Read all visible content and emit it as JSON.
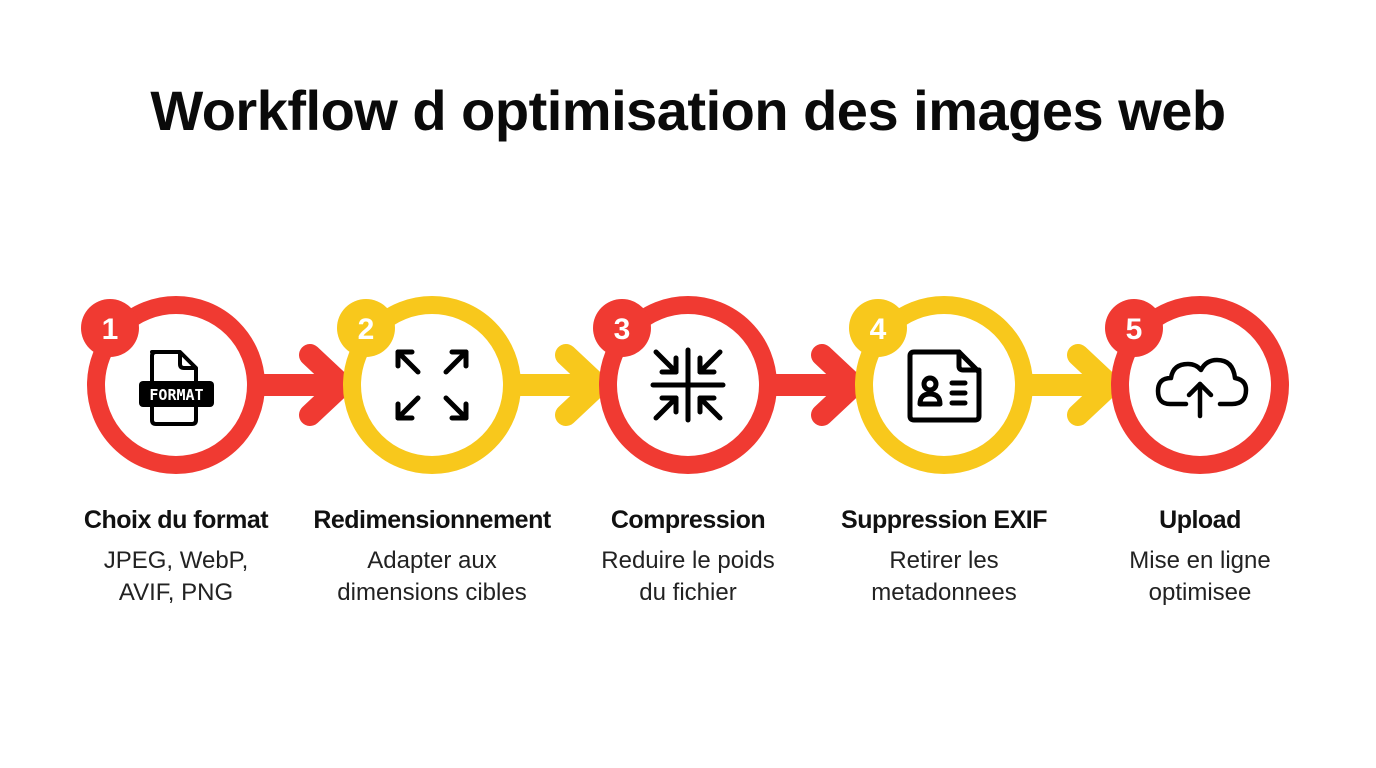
{
  "title": "Workflow d optimisation des images web",
  "colors": {
    "red": "#F03A32",
    "yellow": "#F8C81C",
    "icon": "#000000",
    "text": "#111111"
  },
  "steps": [
    {
      "number": "1",
      "title": "Choix du format",
      "description": "JPEG, WebP,\nAVIF, PNG",
      "icon": "file-format-icon",
      "icon_label": "FORMAT",
      "color": "red"
    },
    {
      "number": "2",
      "title": "Redimensionnement",
      "description": "Adapter aux\ndimensions cibles",
      "icon": "expand-arrows-icon",
      "color": "yellow"
    },
    {
      "number": "3",
      "title": "Compression",
      "description": "Reduire le poids\ndu fichier",
      "icon": "compress-arrows-icon",
      "color": "red"
    },
    {
      "number": "4",
      "title": "Suppression EXIF",
      "description": "Retirer les\nmetadonnees",
      "icon": "metadata-document-icon",
      "color": "yellow"
    },
    {
      "number": "5",
      "title": "Upload",
      "description": "Mise en ligne\noptimisee",
      "icon": "cloud-upload-icon",
      "color": "red"
    }
  ]
}
